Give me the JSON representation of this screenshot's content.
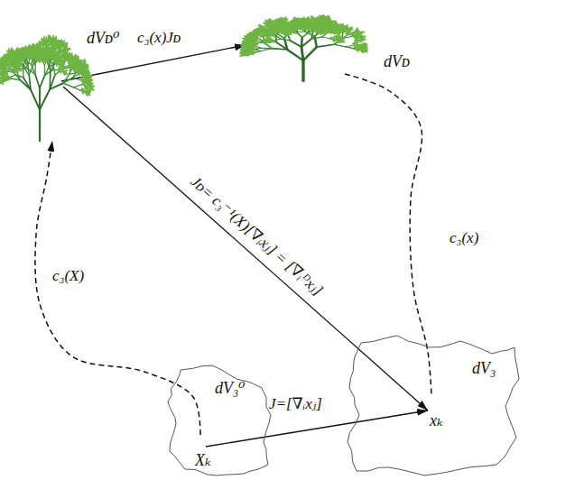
{
  "diagram": {
    "nodes": [
      {
        "text": [
          "dVᴅ⁰"
        ]
      },
      {
        "text": [
          "dVᴅ"
        ]
      },
      {
        "text": [
          "dV₃⁰",
          "Xₖ"
        ]
      },
      {
        "text": [
          "dV₃",
          "xₖ"
        ]
      }
    ],
    "edges": [
      {
        "from": 0,
        "to": 1,
        "arrow": "to",
        "label": "c₃(x)Jᴅ"
      },
      {
        "from": 0,
        "to": 3,
        "arrow": "to",
        "label": "Jᴅ= c₃⁻¹(X)[∇ᵢxⱼ] = [∇ᵢᴰxⱼ]"
      },
      {
        "from": 2,
        "to": 3,
        "arrow": "to",
        "label": "J=[∇ᵢxⱼ]"
      },
      {
        "from": 2,
        "to": 0,
        "arrow": "to",
        "label": "c₃(X)"
      },
      {
        "from": 1,
        "to": 3,
        "arrow": "none",
        "label": "c₃(x)"
      }
    ]
  }
}
